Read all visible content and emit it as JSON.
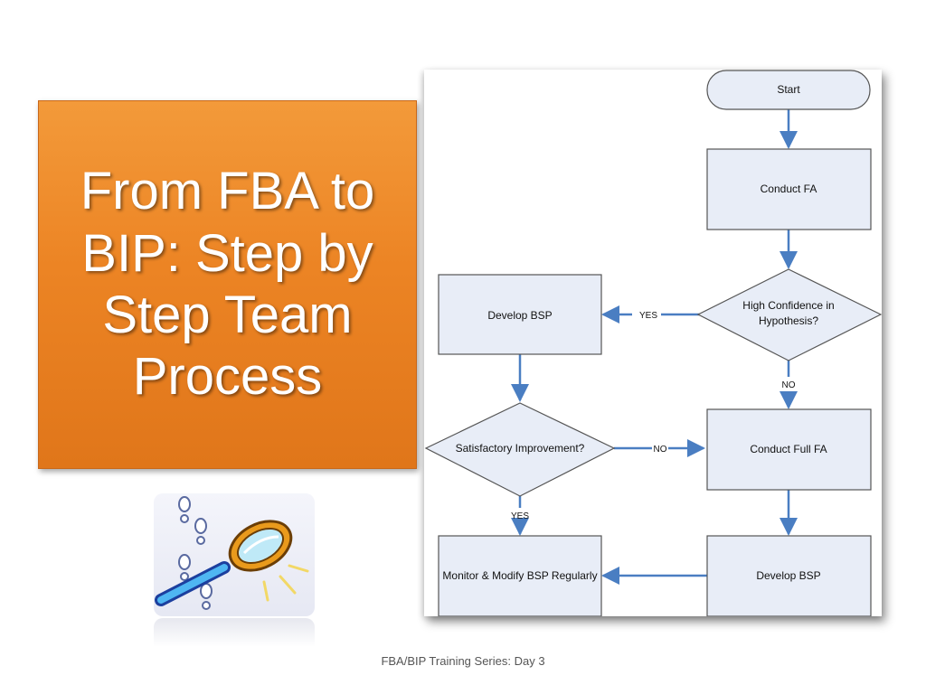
{
  "title": {
    "lines": [
      "From FBA to",
      "BIP: Step by",
      "Step Team",
      "Process"
    ]
  },
  "clipart_icon": "magnifier-footprints-icon",
  "flowchart": {
    "nodes": {
      "start": "Start",
      "conduct_fa": "Conduct FA",
      "high_confidence": [
        "High Confidence in",
        "Hypothesis?"
      ],
      "develop_bsp_top": "Develop BSP",
      "satisfactory": "Satisfactory Improvement?",
      "conduct_full_fa": "Conduct Full FA",
      "monitor": "Monitor & Modify BSP Regularly",
      "develop_bsp_bottom": "Develop BSP"
    },
    "edge_labels": {
      "yes_confidence": "YES",
      "no_confidence": "NO",
      "no_satisfactory": "NO",
      "yes_satisfactory": "YES"
    }
  },
  "colors": {
    "title_bg": "#ec8424",
    "node_fill": "#e8edf7",
    "arrow": "#4a7ec2"
  },
  "footer": "FBA/BIP Training Series: Day 3"
}
